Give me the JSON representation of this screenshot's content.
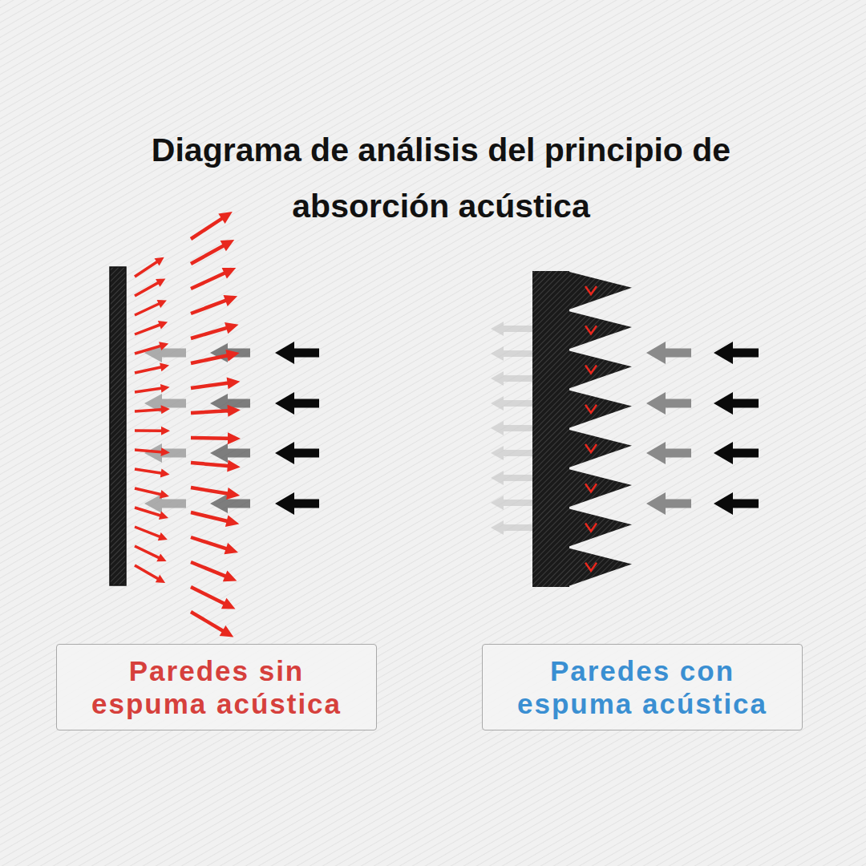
{
  "diagram": {
    "title": "Diagrama de análisis del principio de absorción acústica",
    "nodes": [
      {
        "text": [
          "Paredes sin espuma acústica"
        ]
      },
      {
        "text": [
          "Paredes con espuma acústica"
        ]
      }
    ]
  }
}
